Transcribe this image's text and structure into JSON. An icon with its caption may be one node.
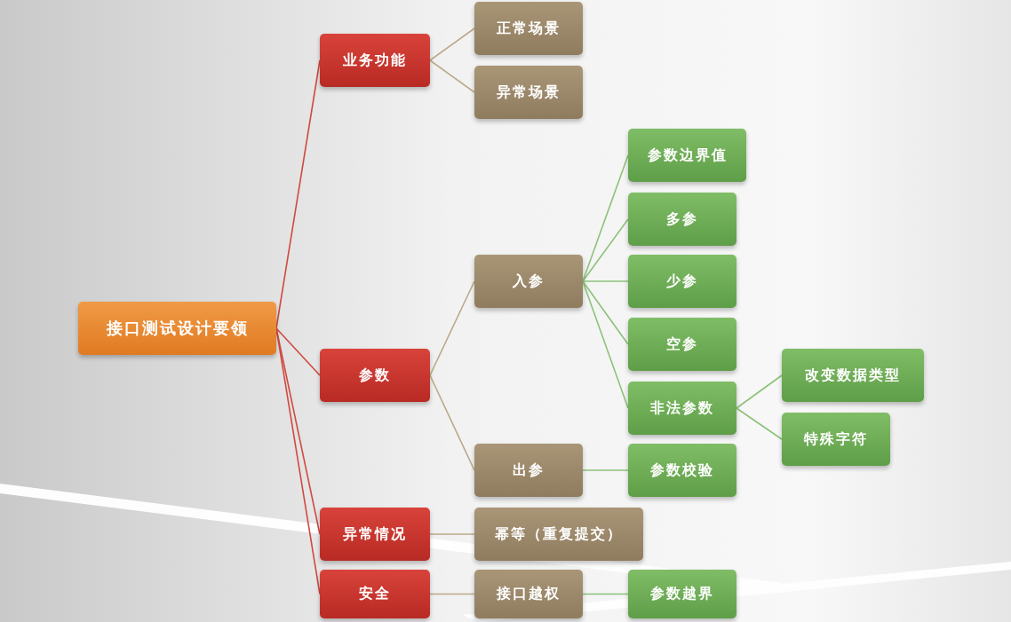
{
  "diagram": {
    "nodes": [
      {
        "text": [
          "接口测试设计要领"
        ]
      },
      {
        "text": [
          "业务功能"
        ]
      },
      {
        "text": [
          "正常场景"
        ]
      },
      {
        "text": [
          "异常场景"
        ]
      },
      {
        "text": [
          "参数"
        ]
      },
      {
        "text": [
          "入参"
        ]
      },
      {
        "text": [
          "参数边界值"
        ]
      },
      {
        "text": [
          "多参"
        ]
      },
      {
        "text": [
          "少参"
        ]
      },
      {
        "text": [
          "空参"
        ]
      },
      {
        "text": [
          "非法参数"
        ]
      },
      {
        "text": [
          "改变数据类型"
        ]
      },
      {
        "text": [
          "特殊字符"
        ]
      },
      {
        "text": [
          "出参"
        ]
      },
      {
        "text": [
          "参数校验"
        ]
      },
      {
        "text": [
          "异常情况"
        ]
      },
      {
        "text": [
          "幂等（重复提交）"
        ]
      },
      {
        "text": [
          "安全"
        ]
      },
      {
        "text": [
          "接口越权"
        ]
      },
      {
        "text": [
          "参数越界"
        ]
      }
    ],
    "edges": [
      {
        "from": 0,
        "to": 1,
        "arrow": "none",
        "color": "#d04a40"
      },
      {
        "from": 0,
        "to": 4,
        "arrow": "none",
        "color": "#d04a40"
      },
      {
        "from": 0,
        "to": 15,
        "arrow": "none",
        "color": "#d04a40"
      },
      {
        "from": 0,
        "to": 17,
        "arrow": "none",
        "color": "#d04a40"
      },
      {
        "from": 1,
        "to": 2,
        "arrow": "none",
        "color": "#bba98a"
      },
      {
        "from": 1,
        "to": 3,
        "arrow": "none",
        "color": "#bba98a"
      },
      {
        "from": 4,
        "to": 5,
        "arrow": "none",
        "color": "#bba98a"
      },
      {
        "from": 4,
        "to": 13,
        "arrow": "none",
        "color": "#bba98a"
      },
      {
        "from": 5,
        "to": 6,
        "arrow": "none"
      },
      {
        "from": 5,
        "to": 7,
        "arrow": "none"
      },
      {
        "from": 5,
        "to": 8,
        "arrow": "none"
      },
      {
        "from": 5,
        "to": 9,
        "arrow": "none"
      },
      {
        "from": 5,
        "to": 10,
        "arrow": "none"
      },
      {
        "from": 10,
        "to": 11,
        "arrow": "none"
      },
      {
        "from": 10,
        "to": 12,
        "arrow": "none"
      },
      {
        "from": 13,
        "to": 14,
        "arrow": "none"
      },
      {
        "from": 15,
        "to": 16,
        "arrow": "none",
        "color": "#bba98a"
      },
      {
        "from": 17,
        "to": 18,
        "arrow": "none",
        "color": "#bba98a"
      },
      {
        "from": 18,
        "to": 19,
        "arrow": "none"
      }
    ]
  }
}
